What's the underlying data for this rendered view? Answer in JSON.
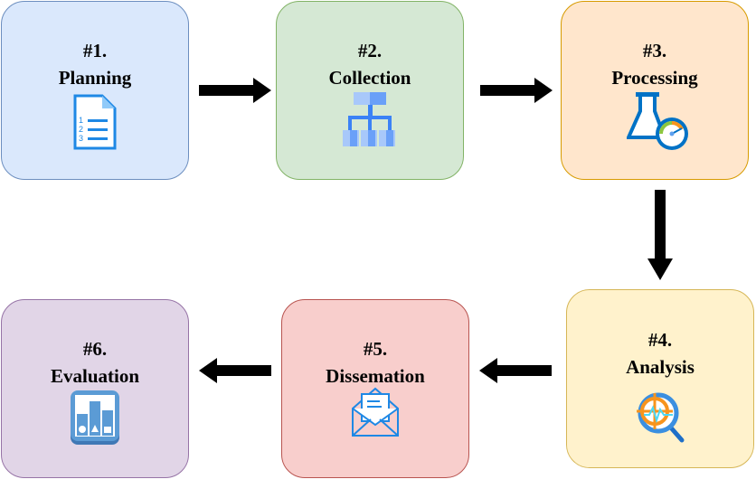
{
  "steps": [
    {
      "number": "#1.",
      "label": "Planning",
      "icon": "numbered-list-document-icon",
      "fill": "#dae8fc",
      "stroke": "#6c8ebf"
    },
    {
      "number": "#2.",
      "label": "Collection",
      "icon": "hierarchy-icon",
      "fill": "#d5e8d4",
      "stroke": "#82b366"
    },
    {
      "number": "#3.",
      "label": "Processing",
      "icon": "flask-gauge-icon",
      "fill": "#ffe6cc",
      "stroke": "#d79b00"
    },
    {
      "number": "#4.",
      "label": "Analysis",
      "icon": "magnify-target-icon",
      "fill": "#fff2cc",
      "stroke": "#d6b656"
    },
    {
      "number": "#5.",
      "label": "Dissemation",
      "icon": "open-envelope-icon",
      "fill": "#f8cecc",
      "stroke": "#b85450"
    },
    {
      "number": "#6.",
      "label": "Evaluation",
      "icon": "bar-chart-shapes-icon",
      "fill": "#e1d5e7",
      "stroke": "#9673a6"
    }
  ]
}
